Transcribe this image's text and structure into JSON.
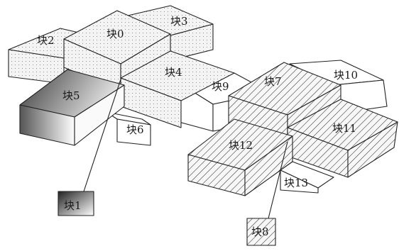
{
  "blocks": {
    "b0": "块0",
    "b1": "块1",
    "b2": "块2",
    "b3": "块3",
    "b4": "块4",
    "b5": "块5",
    "b6": "块6",
    "b7": "块7",
    "b8": "块8",
    "b9": "块9",
    "b10": "块10",
    "b11": "块11",
    "b12": "块12",
    "b13": "块13"
  },
  "colors": {
    "stroke": "#222222",
    "dotted_fill": "#f4f4f4",
    "dot": "#777777",
    "hatch": "#333333",
    "hatch_bg": "#f7f7f7",
    "gradient_dark": "#3a3a3a",
    "gradient_light": "#ffffff"
  }
}
